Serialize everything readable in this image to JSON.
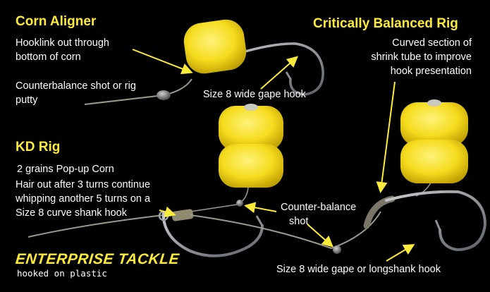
{
  "sections": {
    "corn_aligner": {
      "title": "Corn Aligner",
      "hooklink_note_1": "Hooklink out through",
      "hooklink_note_2": "bottom of corn",
      "counterbalance_1": "Counterbalance shot or rig",
      "counterbalance_2": "putty",
      "hook_label": "Size 8 wide gape hook"
    },
    "critically_balanced": {
      "title": "Critically Balanced Rig",
      "note_1": "Curved section of",
      "note_2": "shrink tube to improve",
      "note_3": "hook presentation"
    },
    "kd_rig": {
      "title": "KD Rig",
      "grains": "2 grains Pop-up Corn",
      "hair_1": "Hair out after 3 turns continue",
      "hair_2": "whipping another 5 turns on a",
      "hair_3": "Size 8 curve shank hook"
    },
    "shared": {
      "counter_balance_1": "Counter-balance",
      "counter_balance_2": "shot",
      "hook_bottom": "Size 8 wide gape or longshank hook"
    }
  },
  "branding": {
    "name": "ENTERPRISE TACKLE",
    "tagline": "hooked on plastic"
  },
  "colors": {
    "background": "#000000",
    "accent_yellow": "#ffeb3b",
    "corn": "#f5dc1e",
    "line": "#9a9a8a",
    "hook": "#8a8f94",
    "text": "#ffffff"
  }
}
